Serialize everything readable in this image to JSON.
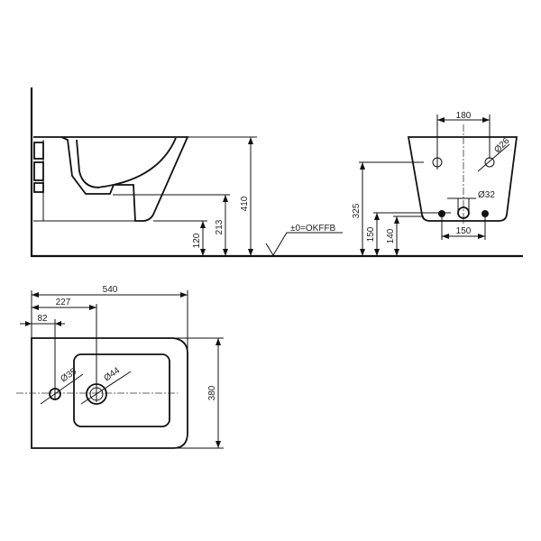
{
  "side_view": {
    "height_total": "410",
    "height_outlet": "213",
    "height_bottom": "120",
    "floor_label": "±0=OKFFB"
  },
  "front_view": {
    "bolt_spacing_top": "180",
    "hole_top_diameter": "Ø26",
    "outlet_diameter": "Ø32",
    "height_top_holes": "325",
    "height_bottom_holes": "150",
    "height_outlet": "140",
    "bolt_spacing_bottom": "150"
  },
  "plan_view": {
    "length": "540",
    "tap_hole_distance": "227",
    "overflow_distance": "82",
    "overflow_diameter": "Ø35",
    "tap_hole_diameter": "Ø44",
    "width": "380"
  },
  "colors": {
    "line": "#111111"
  }
}
